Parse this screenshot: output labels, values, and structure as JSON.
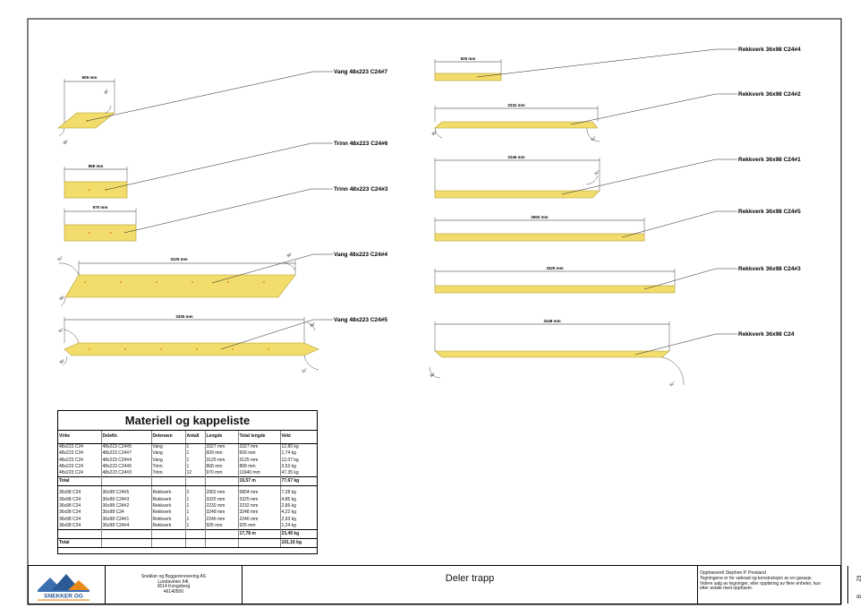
{
  "parts_left": [
    {
      "label": "Vang 48x223 C24#7",
      "length": "609 mm",
      "angles": [
        "30°",
        "30°"
      ]
    },
    {
      "label": "Trinn 48x223 C24#6",
      "length": "868 mm",
      "angles": []
    },
    {
      "label": "Trinn 48x223 C24#3",
      "length": "970 mm",
      "angles": []
    },
    {
      "label": "Vang 48x223 C24#4",
      "length": "3125 mm",
      "angles": [
        "51°",
        "30°",
        "30°"
      ]
    },
    {
      "label": "Vang 48x223 C24#5",
      "length": "3335 mm",
      "angles": [
        "51°",
        "30°",
        "30°",
        "51°"
      ]
    }
  ],
  "parts_right": [
    {
      "label": "Rekkverk 36x98  C24#4",
      "length": "925 mm",
      "angles": []
    },
    {
      "label": "Rekkverk 36x98  C24#2",
      "length": "2232 mm",
      "angles": [
        "30°",
        "51°"
      ]
    },
    {
      "label": "Rekkverk 36x98  C24#1",
      "length": "2246 mm",
      "angles": [
        "51°"
      ]
    },
    {
      "label": "Rekkverk 36x98  C24#5",
      "length": "2902 mm",
      "angles": []
    },
    {
      "label": "Rekkverk 36x98  C24#3",
      "length": "3325 mm",
      "angles": []
    },
    {
      "label": "Rekkverk 36x98  C24",
      "length": "3248 mm",
      "angles": [
        "30°",
        "51°"
      ]
    }
  ],
  "material_list": {
    "title": "Materiell og kappeliste",
    "columns": [
      "Virke",
      "DeleNr.",
      "Delenavn",
      "Antall",
      "Lengde",
      "Total lengde",
      "Vekt"
    ],
    "group1": [
      [
        "48x223  C24",
        "48x223  C24#5",
        "Vang",
        "1",
        "3327 mm",
        "3327 mm",
        "12,80 kg"
      ],
      [
        "48x223  C24",
        "48x223  C24#7",
        "Vang",
        "1",
        "609 mm",
        "609 mm",
        "1,74 kg"
      ],
      [
        "48x223  C24",
        "48x223  C24#4",
        "Vang",
        "1",
        "3125 mm",
        "3125 mm",
        "12,07 kg"
      ],
      [
        "48x223  C24",
        "48x223  C24#6",
        "Trinn",
        "1",
        "868 mm",
        "868 mm",
        "3,53 kg"
      ],
      [
        "48x223  C24",
        "48x223  C24#3",
        "Trinn",
        "12",
        "970 mm",
        "11640 mm",
        "47,35 kg"
      ]
    ],
    "group1_total": {
      "label": "Total",
      "length": "19,57 m",
      "weight": "77,67 kg"
    },
    "group2": [
      [
        "36x98  C24",
        "36x98  C24#5",
        "Rekkverk",
        "2",
        "2902 mm",
        "5804 mm",
        "7,28 kg"
      ],
      [
        "36x98  C24",
        "36x98  C24#3",
        "Rekkverk",
        "1",
        "3325 mm",
        "3325 mm",
        "4,85 kg"
      ],
      [
        "36x98  C24",
        "36x98  C24#2",
        "Rekkverk",
        "1",
        "2232 mm",
        "2232 mm",
        "2,86 kg"
      ],
      [
        "36x98  C24",
        "36x98  C24",
        "Rekkverk",
        "1",
        "3248 mm",
        "3248 mm",
        "4,22 kg"
      ],
      [
        "36x98  C24",
        "36x98  C24#1",
        "Rekkverk",
        "1",
        "2246 mm",
        "2246 mm",
        "2,93 kg"
      ],
      [
        "36x98  C24",
        "36x98  C24#4",
        "Rekkverk",
        "1",
        "925 mm",
        "925 mm",
        "1,24 kg"
      ]
    ],
    "group2_total": {
      "length": "17,78 m",
      "weight": "23,49 kg"
    },
    "grand_total": {
      "label": "Total",
      "weight": "101,16 kg"
    }
  },
  "title_block": {
    "logo_text": "SNEKKER OG",
    "company_lines": [
      "Snekker og Byggerenovering AS",
      "Lundaveien 64l,",
      "3614 Kongsberg",
      "46140500"
    ],
    "drawing_title": "Deler trapp",
    "info_lines": [
      "Opphavsrett Stephen P. Presland",
      "Tegningene er for søknad og konstruksjon av en garasje.",
      "Videre salg av tegninger, eller oppføring av flere enheter, kun",
      "etter avtale med opphaver."
    ],
    "sheet_letter": "B",
    "page_number": "23"
  },
  "colors": {
    "wood": "#f2dd6c",
    "wood_edge": "#b39a2a",
    "line": "#222222",
    "logo_blue": "#3a6fb0",
    "logo_orange": "#e88a1a"
  }
}
